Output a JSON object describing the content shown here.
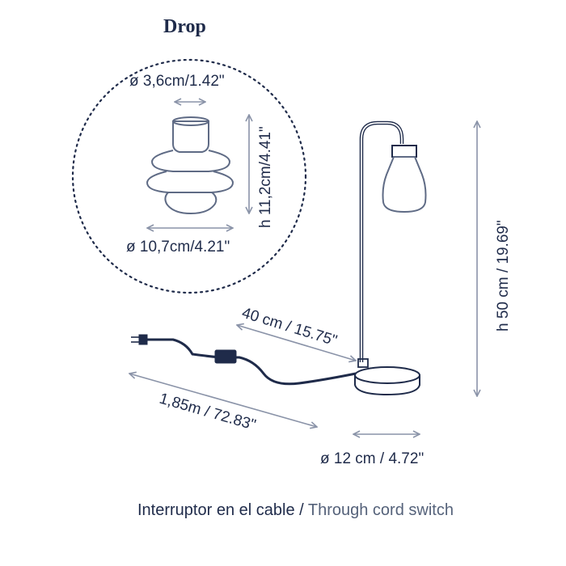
{
  "title": "Drop",
  "shade": {
    "top_diameter": "ø 3,6cm/1.42\"",
    "height": "h 11,2cm/4.41\"",
    "bottom_diameter": "ø 10,7cm/4.21\""
  },
  "lamp": {
    "height": "h 50 cm / 19.69\"",
    "depth": "40 cm / 15.75\"",
    "cable": "1,85m / 72.83\"",
    "base_diameter": "ø 12 cm / 4.72\""
  },
  "footer": {
    "es": "Interruptor en el cable",
    "sep": " / ",
    "en": "Through cord switch"
  },
  "colors": {
    "ink": "#1f2b4a",
    "dimension": "#8a93a8",
    "cord": "#1f2b4a",
    "glass": "#5f6b85"
  }
}
